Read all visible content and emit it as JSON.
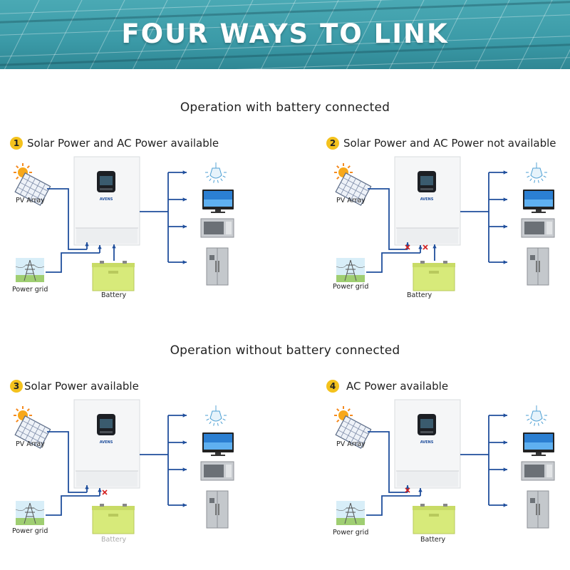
{
  "banner": {
    "title": "FOUR WAYS TO LINK"
  },
  "sections": [
    {
      "heading": "Operation with battery connected"
    },
    {
      "heading": "Operation without  battery connected"
    }
  ],
  "panels": [
    {
      "number": "1",
      "title": "Solar Power and AC Power available",
      "pv_label": "PV Array",
      "grid_label": "Power grid",
      "battery_label": "Battery",
      "inverter_brand": "AVENS",
      "battery_connected": true,
      "grid_available": true,
      "battery_dimmed": false
    },
    {
      "number": "2",
      "title": "Solar Power and AC Power not available",
      "pv_label": "PV Array",
      "grid_label": "Power grid",
      "battery_label": "Battery",
      "inverter_brand": "AVENS",
      "battery_connected": true,
      "grid_available": false,
      "battery_dimmed": false
    },
    {
      "number": "3",
      "title": "Solar Power available",
      "pv_label": "PV Array",
      "grid_label": "Power grid",
      "battery_label": "Battery",
      "inverter_brand": "AVENS",
      "battery_connected": false,
      "grid_available": true,
      "battery_dimmed": true
    },
    {
      "number": "4",
      "title": "AC Power available",
      "pv_label": "PV Array",
      "grid_label": "Power grid",
      "battery_label": "Battery",
      "inverter_brand": "AVENS",
      "battery_connected": false,
      "grid_available": true,
      "battery_dimmed": false
    }
  ],
  "loads": [
    "light-bulb-icon",
    "tv-icon",
    "microwave-icon",
    "fridge-icon"
  ],
  "colors": {
    "wire": "#1f4e9c",
    "cross": "#d42020",
    "badge": "#f4c21d",
    "battery": "#d7ea7a",
    "banner": "#3b9aa7"
  }
}
